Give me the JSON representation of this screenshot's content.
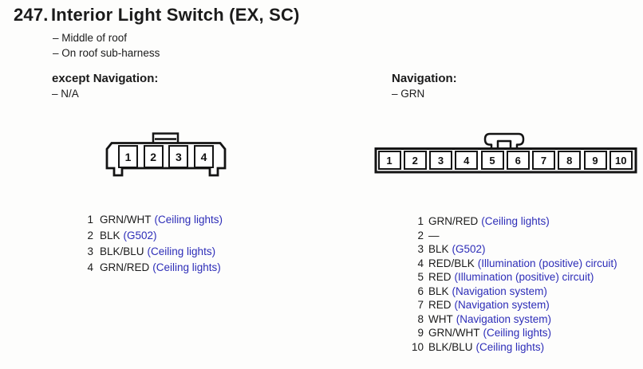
{
  "colors": {
    "ink": "#1b1b1b",
    "link_blue": "#2d2db8",
    "stroke": "#141414",
    "paper": "#fdfdfc"
  },
  "page": {
    "title_number": "247.",
    "title": "Interior Light Switch (EX, SC)",
    "notes": [
      "– Middle of roof",
      "– On roof sub-harness"
    ]
  },
  "left_section": {
    "heading": "except Navigation:",
    "subnote": "– N/A",
    "connector": {
      "type": "4-pin connector",
      "pins": [
        "1",
        "2",
        "3",
        "4"
      ]
    },
    "pin_list": [
      {
        "pin": "1",
        "wire": "GRN/WHT",
        "dest": "(Ceiling lights)"
      },
      {
        "pin": "2",
        "wire": "BLK",
        "dest": "(G502)"
      },
      {
        "pin": "3",
        "wire": "BLK/BLU",
        "dest": "(Ceiling lights)"
      },
      {
        "pin": "4",
        "wire": "GRN/RED",
        "dest": "(Ceiling lights)"
      }
    ]
  },
  "right_section": {
    "heading": "Navigation:",
    "subnote": "– GRN",
    "connector": {
      "type": "10-pin connector",
      "pins": [
        "1",
        "2",
        "3",
        "4",
        "5",
        "6",
        "7",
        "8",
        "9",
        "10"
      ]
    },
    "pin_list": [
      {
        "pin": "1",
        "wire": "GRN/RED",
        "dest": "(Ceiling lights)"
      },
      {
        "pin": "2",
        "wire": "—",
        "dest": ""
      },
      {
        "pin": "3",
        "wire": "BLK",
        "dest": "(G502)"
      },
      {
        "pin": "4",
        "wire": "RED/BLK",
        "dest": "(Illumination (positive) circuit)"
      },
      {
        "pin": "5",
        "wire": "RED",
        "dest": "(Illumination (positive) circuit)"
      },
      {
        "pin": "6",
        "wire": "BLK",
        "dest": "(Navigation system)"
      },
      {
        "pin": "7",
        "wire": "RED",
        "dest": "(Navigation system)"
      },
      {
        "pin": "8",
        "wire": "WHT",
        "dest": "(Navigation system)"
      },
      {
        "pin": "9",
        "wire": "GRN/WHT",
        "dest": "(Ceiling lights)"
      },
      {
        "pin": "10",
        "wire": "BLK/BLU",
        "dest": "(Ceiling lights)"
      }
    ]
  }
}
